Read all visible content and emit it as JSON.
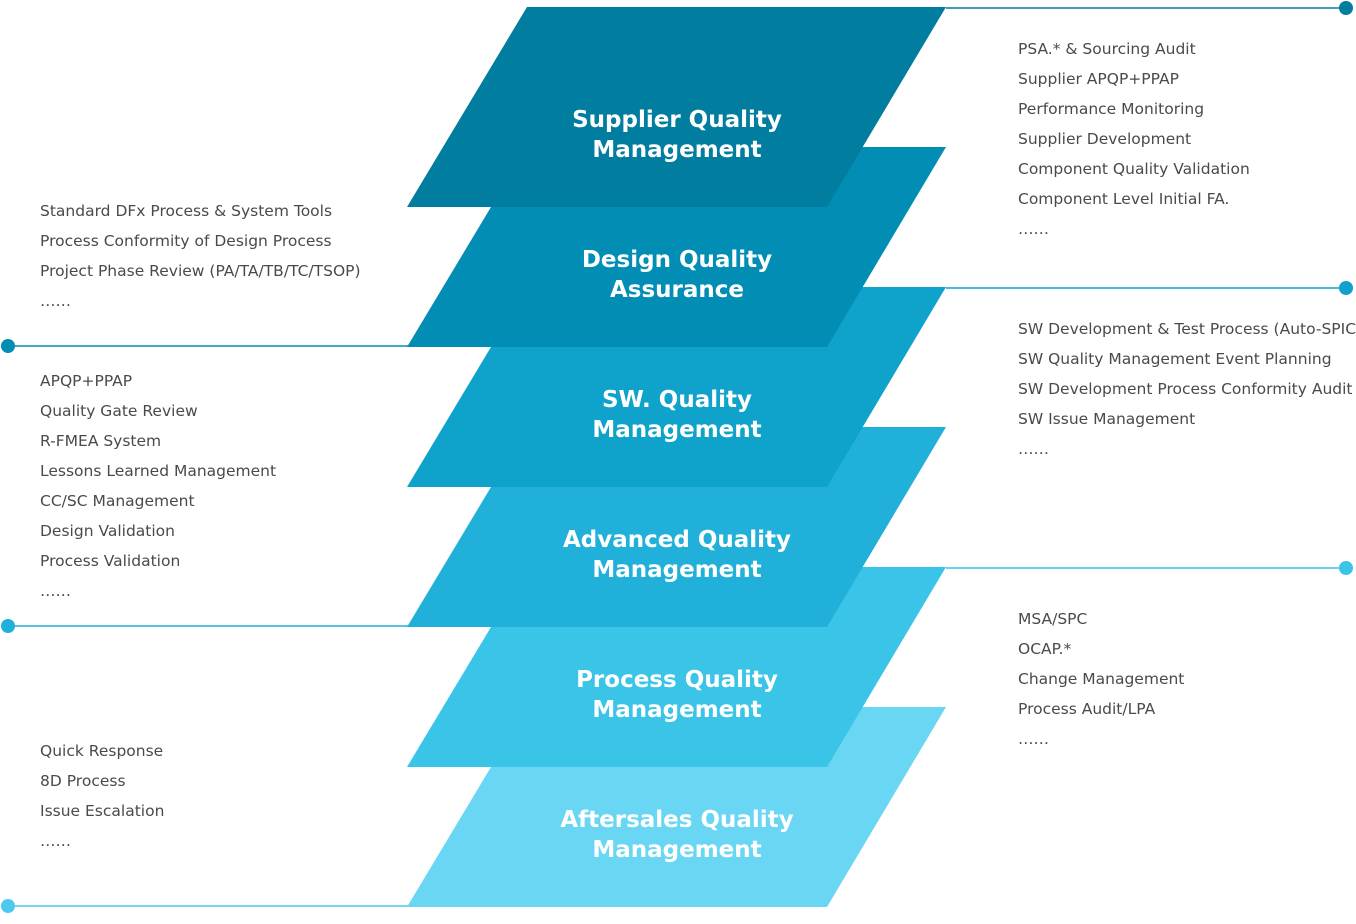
{
  "layers": [
    {
      "title_line1": "Supplier Quality",
      "title_line2": "Management",
      "color": "#017D9F"
    },
    {
      "title_line1": "Design Quality",
      "title_line2": "Assurance",
      "color": "#028DB5"
    },
    {
      "title_line1": "SW. Quality",
      "title_line2": "Management",
      "color": "#0FA2CB"
    },
    {
      "title_line1": "Advanced Quality",
      "title_line2": "Management",
      "color": "#20B0D9"
    },
    {
      "title_line1": "Process Quality",
      "title_line2": "Management",
      "color": "#3AC4E8"
    },
    {
      "title_line1": "Aftersales Quality",
      "title_line2": "Management",
      "color": "#69D7F3"
    }
  ],
  "groups": [
    {
      "name": "supplier-quality-items",
      "side": "right",
      "line_color": "#017D9F",
      "items": [
        "PSA.* & Sourcing Audit",
        "Supplier APQP+PPAP",
        "Performance Monitoring",
        "Supplier Development",
        "Component Quality Validation",
        "Component Level Initial FA.",
        "……"
      ]
    },
    {
      "name": "design-quality-items",
      "side": "left",
      "line_color": "#028DB5",
      "items": [
        "Standard DFx Process & System Tools",
        "Process Conformity of Design Process",
        "Project Phase Review (PA/TA/TB/TC/TSOP)",
        "……"
      ]
    },
    {
      "name": "sw-quality-items",
      "side": "right",
      "line_color": "#0FA2CB",
      "items": [
        "SW Development & Test Process (Auto-SPICE)",
        "SW Quality Management Event Planning",
        "SW Development Process Conformity Audit",
        "SW Issue Management",
        "……"
      ]
    },
    {
      "name": "advanced-quality-items",
      "side": "left",
      "line_color": "#20B0D9",
      "items": [
        "APQP+PPAP",
        "Quality Gate Review",
        "R-FMEA System",
        "Lessons Learned Management",
        "CC/SC Management",
        "Design Validation",
        "Process Validation",
        "……"
      ]
    },
    {
      "name": "process-quality-items",
      "side": "right",
      "line_color": "#3AC4E8",
      "items": [
        "MSA/SPC",
        "OCAP.*",
        "Change Management",
        "Process Audit/LPA",
        "……"
      ]
    },
    {
      "name": "aftersales-quality-items",
      "side": "left",
      "line_color": "#4CC9EC",
      "items": [
        "Quick Response",
        "8D Process",
        "Issue Escalation",
        "……"
      ]
    }
  ]
}
